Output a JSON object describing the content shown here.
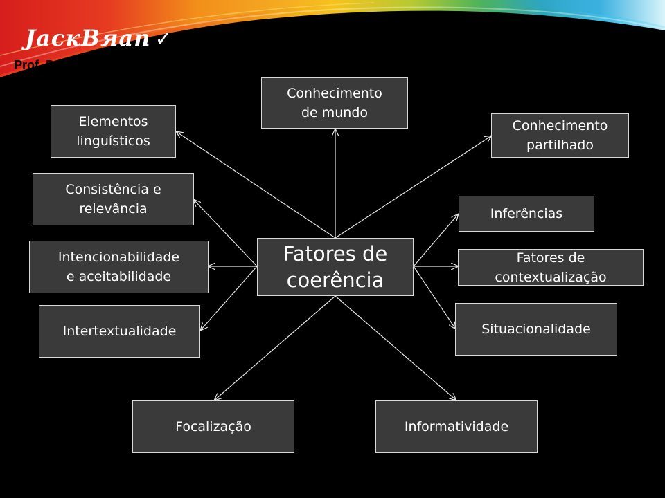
{
  "header": {
    "brand": "JacкBяan",
    "check": "✓",
    "author": "Prof. Dr. Jack Brandão"
  },
  "diagram": {
    "center": "Fatores de\ncoerência",
    "nodes": {
      "conhecimento_mundo": "Conhecimento\nde mundo",
      "elementos_linguisticos": "Elementos\nlinguísticos",
      "conhecimento_partilhado": "Conhecimento\npartilhado",
      "consistencia_relevancia": "Consistência e\nrelevância",
      "inferencias": "Inferências",
      "intencionabilidade": "Intencionabilidade\ne aceitabilidade",
      "fatores_contextualizacao": "Fatores de\ncontextualização",
      "intertextualidade": "Intertextualidade",
      "situacionalidade": "Situacionalidade",
      "focalizacao": "Focalização",
      "informatividade": "Informatividade"
    }
  },
  "colors": {
    "background": "#000000",
    "box_fill": "#3a3a3a",
    "box_border": "#d8d8d8",
    "text": "#ffffff",
    "connector": "#e6e6e6"
  }
}
